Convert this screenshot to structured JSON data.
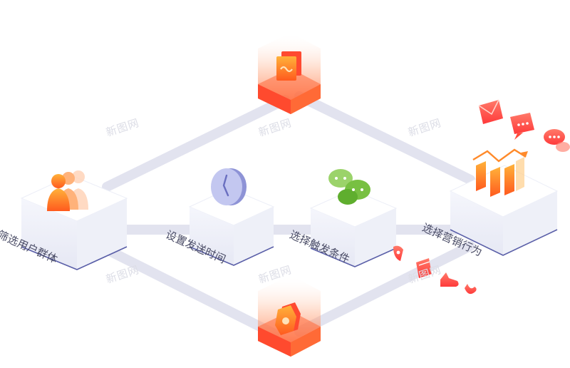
{
  "steps": [
    {
      "id": "filter",
      "label": "筛选用户群体",
      "icon": "user-group-icon"
    },
    {
      "id": "time",
      "label": "设置发送时间",
      "icon": "clock-icon"
    },
    {
      "id": "trigger",
      "label": "选择触发条件",
      "icon": "chat-bubbles-icon"
    },
    {
      "id": "action",
      "label": "选择营销行为",
      "icon": "bar-chart-icon"
    }
  ],
  "watermark": "新图网",
  "colors": {
    "edge": "#e2e3ef",
    "box_top": "#ffffff",
    "box_side": "#eef0f8",
    "orange": "#ff7a1e",
    "red": "#ff4a3a",
    "green": "#78c042",
    "blue_gray": "#a9aee0"
  }
}
